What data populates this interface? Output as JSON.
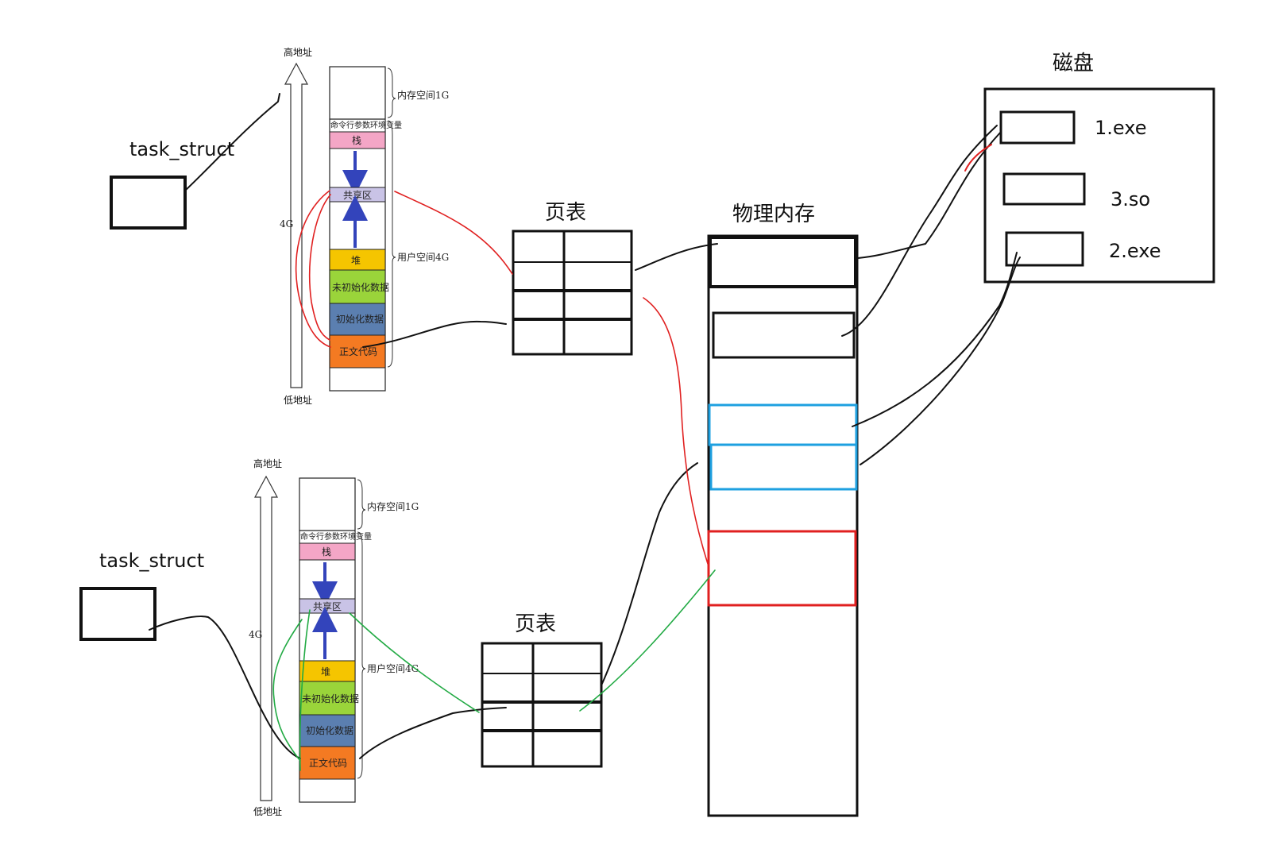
{
  "labels": {
    "disk": "磁盘",
    "phys_mem": "物理内存",
    "page_table_top": "页表",
    "page_table_bottom": "页表",
    "task_struct_top": "task_struct",
    "task_struct_bottom": "task_struct"
  },
  "disk_files": [
    "1.exe",
    "3.so",
    "2.exe"
  ],
  "address_space": {
    "high_addr": "高地址",
    "low_addr": "低地址",
    "size": "4G",
    "kernel_space": "内存空间1G",
    "user_space": "用户空间4G",
    "segments": [
      "命令行参数环境变量",
      "栈",
      "共享区",
      "堆",
      "未初始化数据",
      "初始化数据",
      "正文代码"
    ]
  },
  "colors": {
    "stack": "#f4a6c6",
    "shared": "#c9c3e6",
    "heap": "#f5c500",
    "bss": "#9ad43a",
    "data": "#5b7fb0",
    "text": "#f47a22",
    "arrow": "#3344bb",
    "red_link": "#e02020",
    "green_link": "#22aa44",
    "blue_frame": "#1ea0e0",
    "red_frame": "#e02020"
  }
}
